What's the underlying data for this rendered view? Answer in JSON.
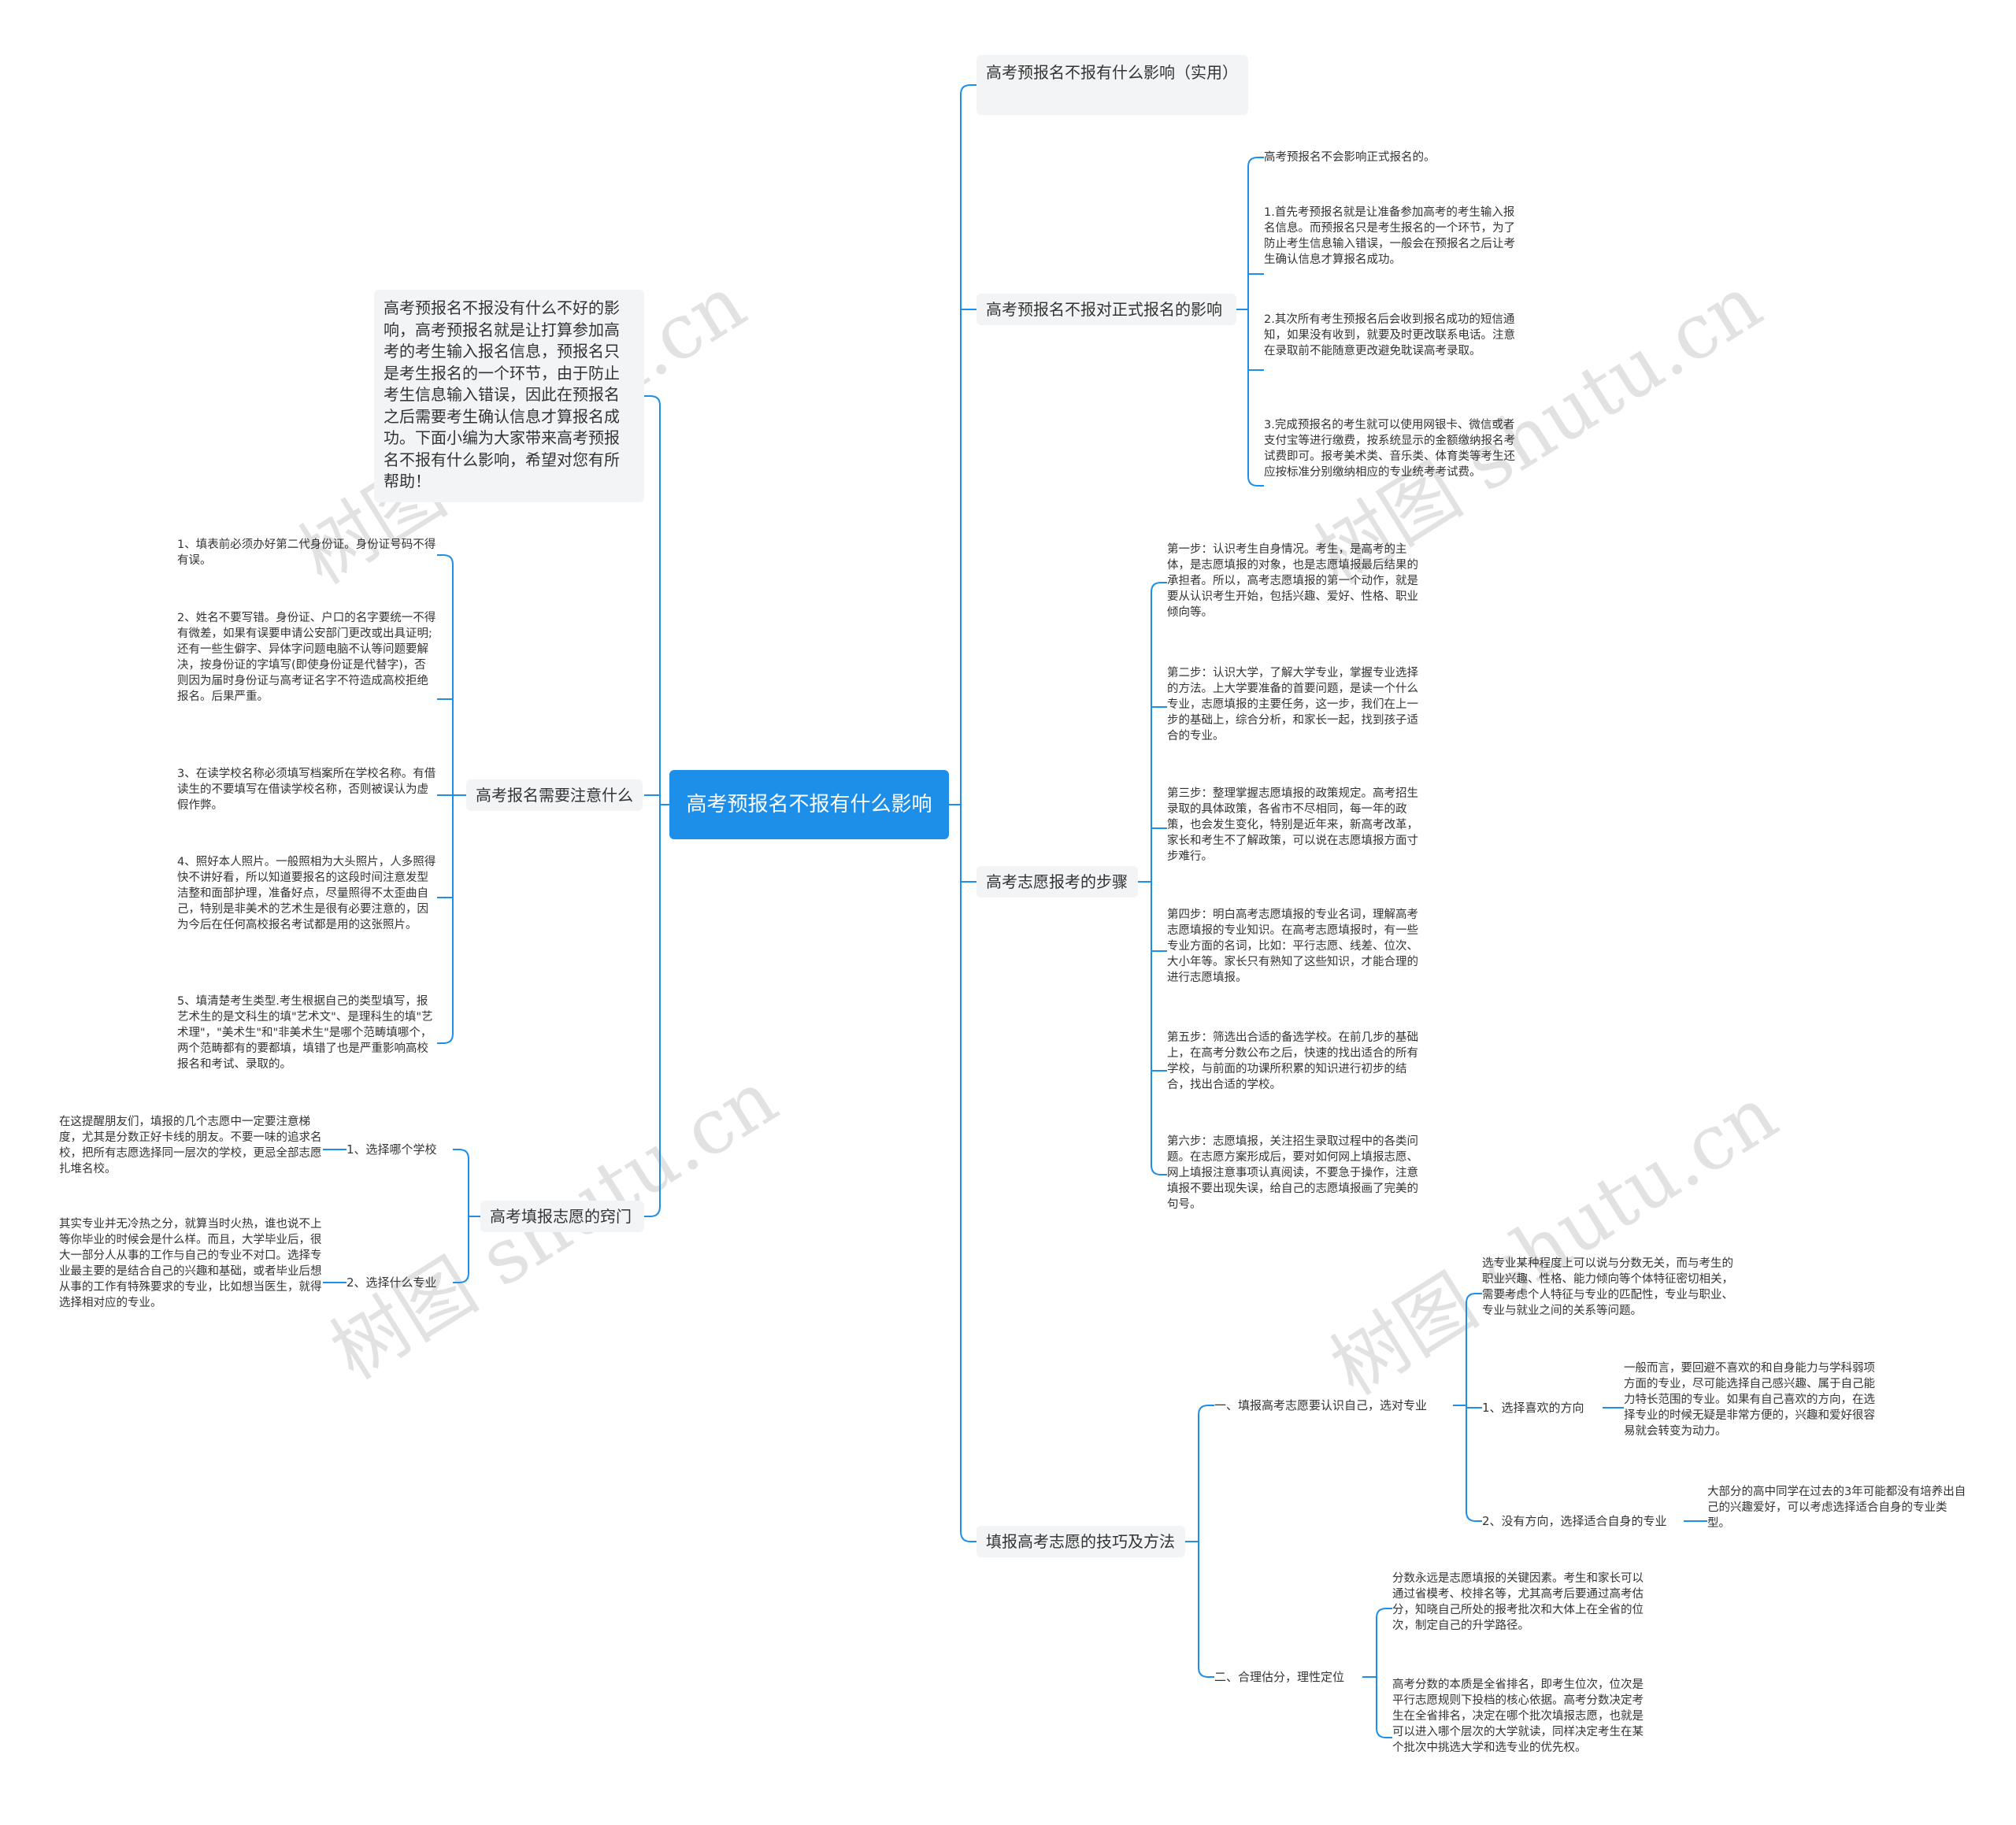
{
  "root": {
    "title": "高考预报名不报有什么影响"
  },
  "watermark": "树图 shutu.cn",
  "colors": {
    "root_bg": "#1e8fe8",
    "branch_bg": "#f2f4f6",
    "line": "#1e8fe8"
  },
  "left": {
    "intro": "高考预报名不报没有什么不好的影响，高考预报名就是让打算参加高考的考生输入报名信息，预报名只是考生报名的一个环节，由于防止考生信息输入错误，因此在预报名之后需要考生确认信息才算报名成功。下面小编为大家带来高考预报名不报有什么影响，希望对您有所帮助！",
    "notice": {
      "label": "高考报名需要注意什么",
      "items": [
        "1、填表前必须办好第二代身份证。身份证号码不得有误。",
        "2、姓名不要写错。身份证、户口的名字要统一不得有微差，如果有误要申请公安部门更改或出具证明;还有一些生僻字、异体字问题电脑不认等问题要解决，按身份证的字填写(即使身份证是代替字)，否则因为届时身份证与高考证名字不符造成高校拒绝报名。后果严重。",
        "3、在读学校名称必须填写档案所在学校名称。有借读生的不要填写在借读学校名称，否则被误认为虚假作弊。",
        "4、照好本人照片。一般照相为大头照片，人多照得快不讲好看，所以知道要报名的这段时间注意发型洁整和面部护理，准备好点，尽量照得不太歪曲自己，特别是非美术的艺术生是很有必要注意的，因为今后在任何高校报名考试都是用的这张照片。",
        "5、填清楚考生类型.考生根据自己的类型填写，报艺术生的是文科生的填\"艺术文\"、是理科生的填\"艺术理\"，\"美术生\"和\"非美术生\"是哪个范畴填哪个，两个范畴都有的要都填，填错了也是严重影响高校报名和考试、录取的。"
      ]
    },
    "tips": {
      "label": "高考填报志愿的窍门",
      "subs": [
        {
          "label": "1、选择哪个学校",
          "text": "在这提醒朋友们，填报的几个志愿中一定要注意梯度，尤其是分数正好卡线的朋友。不要一味的追求名校，把所有志愿选择同一层次的学校，更忌全部志愿扎堆名校。"
        },
        {
          "label": "2、选择什么专业",
          "text": "其实专业并无冷热之分，就算当时火热，谁也说不上等你毕业的时候会是什么样。而且，大学毕业后，很大一部分人从事的工作与自己的专业不对口。选择专业最主要的是结合自己的兴趣和基础，或者毕业后想从事的工作有特殊要求的专业，比如想当医生，就得选择相对应的专业。"
        }
      ]
    }
  },
  "right": {
    "b1": {
      "label": "高考预报名不报有什么影响（实用）"
    },
    "b2": {
      "label": "高考预报名不报对正式报名的影响",
      "items": [
        "高考预报名不会影响正式报名的。",
        "1.首先考预报名就是让准备参加高考的考生输入报名信息。而预报名只是考生报名的一个环节，为了防止考生信息输入错误，一般会在预报名之后让考生确认信息才算报名成功。",
        "2.其次所有考生预报名后会收到报名成功的短信通知，如果没有收到，就要及时更改联系电话。注意在录取前不能随意更改避免耽误高考录取。",
        "3.完成预报名的考生就可以使用网银卡、微信或者支付宝等进行缴费，按系统显示的金额缴纳报名考试费即可。报考美术类、音乐类、体育类等考生还应按标准分别缴纳相应的专业统考考试费。"
      ]
    },
    "b3": {
      "label": "高考志愿报考的步骤",
      "items": [
        "第一步：认识考生自身情况。考生，是高考的主体，是志愿填报的对象，也是志愿填报最后结果的承担者。所以，高考志愿填报的第一个动作，就是要从认识考生开始，包括兴趣、爱好、性格、职业倾向等。",
        "第二步：认识大学，了解大学专业，掌握专业选择的方法。上大学要准备的首要问题，是读一个什么专业，志愿填报的主要任务，这一步，我们在上一步的基础上，综合分析，和家长一起，找到孩子适合的专业。",
        "第三步：整理掌握志愿填报的政策规定。高考招生录取的具体政策，各省市不尽相同，每一年的政策，也会发生变化，特别是近年来，新高考改革，家长和考生不了解政策，可以说在志愿填报方面寸步难行。",
        "第四步：明白高考志愿填报的专业名词，理解高考志愿填报的专业知识。在高考志愿填报时，有一些专业方面的名词，比如：平行志愿、线差、位次、大小年等。家长只有熟知了这些知识，才能合理的进行志愿填报。",
        "第五步：筛选出合适的备选学校。在前几步的基础上，在高考分数公布之后，快速的找出适合的所有学校，与前面的功课所积累的知识进行初步的结合，找出合适的学校。",
        "第六步：志愿填报，关注招生录取过程中的各类问题。在志愿方案形成后，要对如何网上填报志愿、网上填报注意事项认真阅读，不要急于操作，注意填报不要出现失误，给自己的志愿填报画了完美的句号。"
      ]
    },
    "b4": {
      "label": "填报高考志愿的技巧及方法",
      "s1": {
        "label": "一、填报高考志愿要认识自己，选对专业",
        "text": "选专业某种程度上可以说与分数无关，而与考生的职业兴趣、性格、能力倾向等个体特征密切相关，需要考虑个人特征与专业的匹配性，专业与职业、专业与就业之间的关系等问题。",
        "p1": {
          "label": "1、选择喜欢的方向",
          "text": "一般而言，要回避不喜欢的和自身能力与学科弱项方面的专业，尽可能选择自己感兴趣、属于自己能力特长范围的专业。如果有自己喜欢的方向，在选择专业的时候无疑是非常方便的，兴趣和爱好很容易就会转变为动力。"
        },
        "p2": {
          "label": "2、没有方向，选择适合自身的专业",
          "text": "大部分的高中同学在过去的3年可能都没有培养出自己的兴趣爱好，可以考虑选择适合自身的专业类型。"
        }
      },
      "s2": {
        "label": "二、合理估分，理性定位",
        "items": [
          "分数永远是志愿填报的关键因素。考生和家长可以通过省模考、校排名等，尤其高考后要通过高考估分，知晓自己所处的报考批次和大体上在全省的位次，制定自己的升学路径。",
          "高考分数的本质是全省排名，即考生位次，位次是平行志愿规则下投档的核心依据。高考分数决定考生在全省排名，决定在哪个批次填报志愿，也就是可以进入哪个层次的大学就读，同样决定考生在某个批次中挑选大学和选专业的优先权。"
        ]
      }
    }
  }
}
